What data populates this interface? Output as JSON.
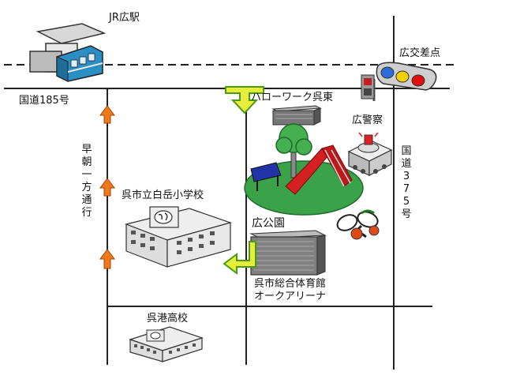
{
  "map": {
    "labels": {
      "jr_station": "JR広駅",
      "route185": "国道185号",
      "hayase_street": "早朝一方通行",
      "intersection": "広交差点",
      "hello_work": "ハローワーク呉東",
      "police": "広警察",
      "route375": "国道375号",
      "school": "呉市立白岳小学校",
      "park": "広公園",
      "gym_line1": "呉市総合体育館",
      "gym_line2": "オークアリーナ",
      "high_school": "呉港高校"
    },
    "colors": {
      "road": "#222222",
      "arrow_orange": "#f07a1a",
      "arrow_yellow": "#e6ee3a",
      "park_green": "#3aa34a",
      "slide_red": "#d42020",
      "train_blue": "#2a8fc4",
      "traffic_red": "#e01010",
      "traffic_yellow": "#f0d000",
      "traffic_blue": "#2a6cd8"
    },
    "icons": [
      "train-icon",
      "traffic-light-icon",
      "pedestrian-signal-icon",
      "office-building-icon",
      "police-station-icon",
      "park-icon",
      "school-building-icon",
      "gymnasium-icon",
      "tennis-icon",
      "direction-arrow-icon"
    ]
  }
}
